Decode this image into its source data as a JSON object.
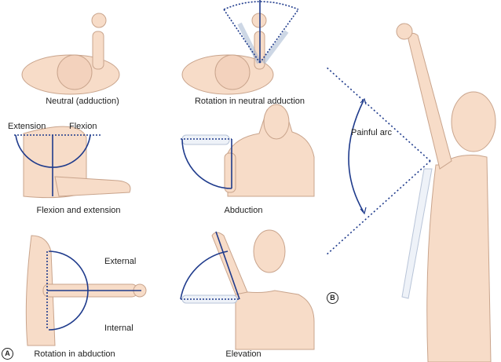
{
  "panel_labels": {
    "a": "A",
    "b": "B"
  },
  "captions": {
    "neutral": "Neutral (adduction)",
    "rotation_neutral": "Rotation in neutral adduction",
    "extension": "Extension",
    "flexion": "Flexion",
    "flexion_extension": "Flexion and extension",
    "abduction": "Abduction",
    "external": "External",
    "internal": "Internal",
    "rotation_abduction": "Rotation in abduction",
    "elevation": "Elevation",
    "painful_arc": "Painful arc"
  },
  "colors": {
    "skin": "#f7dcc8",
    "skin_outline": "#c9a48c",
    "arc": "#1f3b8c"
  }
}
